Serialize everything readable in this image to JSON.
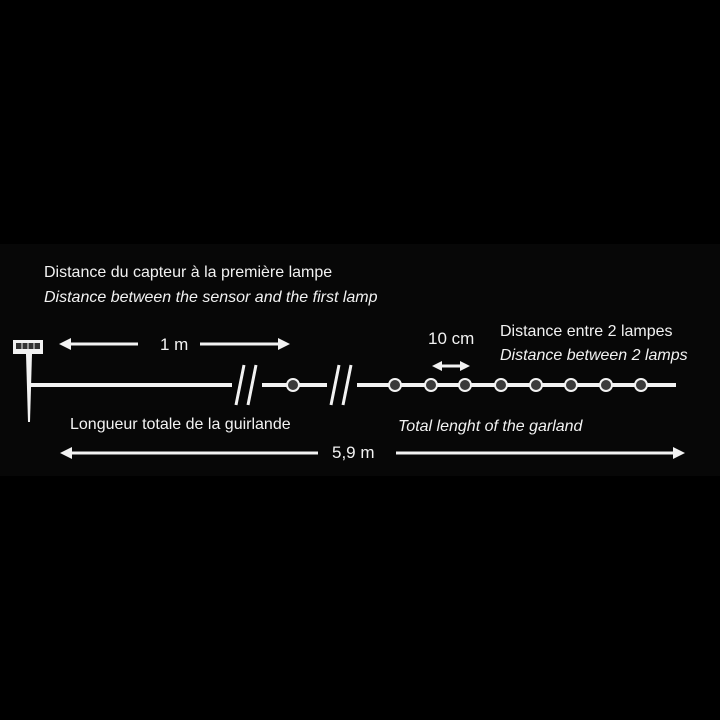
{
  "header": {
    "fr": "Distance du capteur à la première lampe",
    "en": "Distance between the sensor and the first lamp"
  },
  "sensor_distance": "1 m",
  "lamp_spacing": {
    "value": "10 cm",
    "fr": "Distance entre 2 lampes",
    "en": "Distance between 2 lamps"
  },
  "total": {
    "fr": "Longueur totale de la guirlande",
    "en": "Total lenght of the garland",
    "value": "5,9 m"
  },
  "colors": {
    "background": "#000000",
    "line": "#f2f2f2",
    "lamp": "#3a3a3a"
  }
}
